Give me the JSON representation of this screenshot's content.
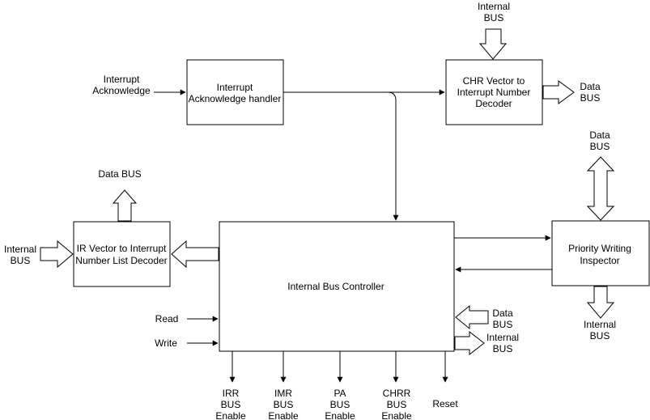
{
  "blocks": {
    "iah": [
      "Interrupt",
      "Acknowledge handler"
    ],
    "chr": [
      "CHR Vector to",
      "Interrupt Number",
      "Decoder"
    ],
    "ir": [
      "IR Vector to Interrupt",
      "Number List Decoder"
    ],
    "ibc": [
      "Internal Bus Controller"
    ],
    "pwi": [
      "Priority Writing",
      "Inspector"
    ]
  },
  "labels": {
    "int_ack": [
      "Interrupt",
      "Acknowledge"
    ],
    "chr_in": [
      "Internal",
      "BUS"
    ],
    "chr_out": [
      "Data",
      "BUS"
    ],
    "ir_out": [
      "Data BUS"
    ],
    "ir_in": [
      "Internal",
      "BUS"
    ],
    "pwi_top": [
      "Data",
      "BUS"
    ],
    "pwi_bottom": [
      "Internal",
      "BUS"
    ],
    "read": [
      "Read"
    ],
    "write": [
      "Write"
    ],
    "ibc_data": [
      "Data",
      "BUS"
    ],
    "ibc_internal": [
      "Internal",
      "BUS"
    ],
    "irr": [
      "IRR",
      "BUS",
      "Enable"
    ],
    "imr": [
      "IMR",
      "BUS",
      "Enable"
    ],
    "pa": [
      "PA",
      "BUS",
      "Enable"
    ],
    "chrr": [
      "CHRR",
      "BUS",
      "Enable"
    ],
    "reset": [
      "Reset"
    ]
  }
}
